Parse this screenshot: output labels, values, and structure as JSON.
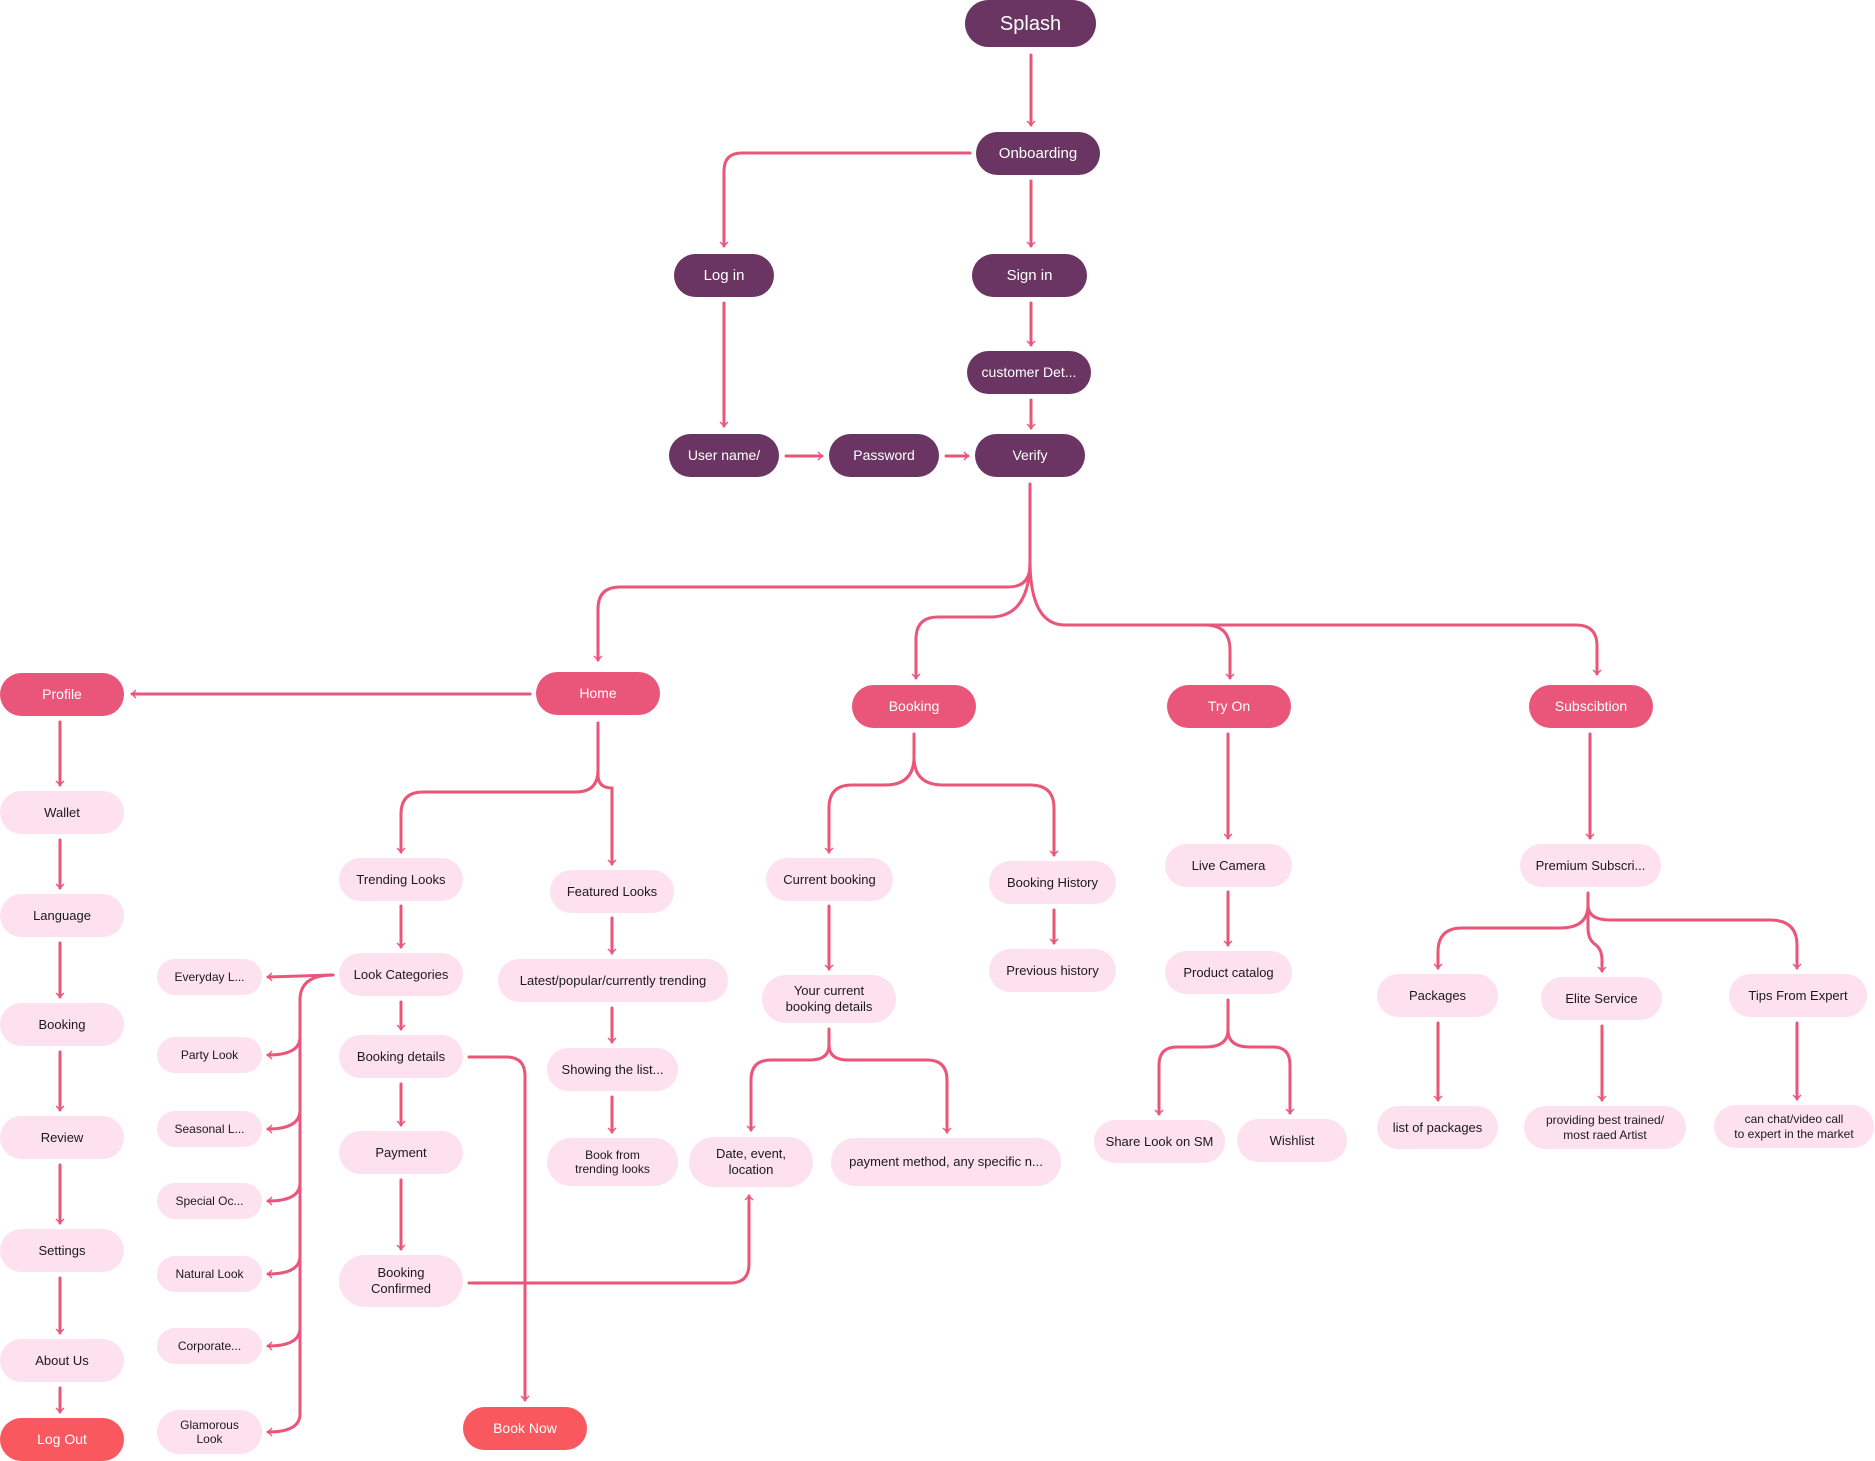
{
  "diagram": {
    "title": "App user flow",
    "colors": {
      "auth": "#6B3563",
      "section": "#EA5679",
      "step": "#FDE1EE",
      "terminal": "#F8585E",
      "connector": "#EA5679"
    },
    "nodes": {
      "splash": "Splash",
      "onboarding": "Onboarding",
      "login": "Log in",
      "signin": "Sign in",
      "customer_details": "customer Det...",
      "username": "User name/",
      "password": "Password",
      "verify": "Verify",
      "profile": "Profile",
      "home": "Home",
      "booking": "Booking",
      "try_on": "Try On",
      "subscription": "Subscibtion",
      "wallet": "Wallet",
      "language": "Language",
      "profile_booking": "Booking",
      "review": "Review",
      "settings": "Settings",
      "about_us": "About Us",
      "log_out": "Log Out",
      "trending_looks": "Trending Looks",
      "look_categories": "Look Categories",
      "booking_details": "Booking details",
      "payment": "Payment",
      "booking_confirmed": "Booking\nConfirmed",
      "book_now": "Book Now",
      "featured_looks": "Featured Looks",
      "latest_popular": "Latest/popular/currently trending",
      "showing_list": "Showing the list...",
      "book_from_trending": "Book from\ntrending looks",
      "everyday_look": "Everyday L...",
      "party_look": "Party Look",
      "seasonal_look": "Seasonal L...",
      "special_occasion": "Special Oc...",
      "natural_look": "Natural Look",
      "corporate": "Corporate...",
      "glamorous_look": "Glamorous\nLook",
      "current_booking": "Current booking",
      "current_booking_details": "Your current\nbooking details",
      "booking_history": "Booking History",
      "previous_history": "Previous history",
      "date_event_location": "Date, event,\nlocation",
      "payment_method": "payment method, any specific n...",
      "live_camera": "Live Camera",
      "product_catalog": "Product catalog",
      "share_look": "Share Look on SM",
      "wishlist": "Wishlist",
      "premium_subscription": "Premium Subscri...",
      "packages": "Packages",
      "elite_service": "Elite Service",
      "tips_from_expert": "Tips From Expert",
      "list_of_packages": "list of packages",
      "best_trained_artist": "providing best trained/\nmost raed Artist",
      "chat_video_expert": "can chat/video call\nto expert in the market"
    }
  }
}
